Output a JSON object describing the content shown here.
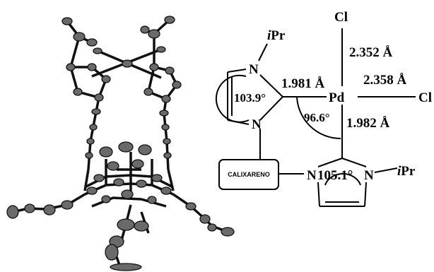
{
  "labels": {
    "ipr_top": "iPr",
    "n_top": "N",
    "n_bottom_left": "N",
    "angle_left_ring": "103.9°",
    "bond_pd_c1": "1.981 Å",
    "pd": "Pd",
    "cl_top": "Cl",
    "cl_right": "Cl",
    "bond_pd_cl_top": "2.352 Å",
    "bond_pd_cl_right": "2.358 Å",
    "angle_c_pd_c": "96.6°",
    "bond_pd_c2": "1.982 Å",
    "calixareno": "CALIXARENO",
    "n_bottom_ring_left": "N",
    "angle_bottom_ring": "105.1°",
    "n_bottom_ring_right": "N",
    "ipr_bottom": "iPr"
  }
}
